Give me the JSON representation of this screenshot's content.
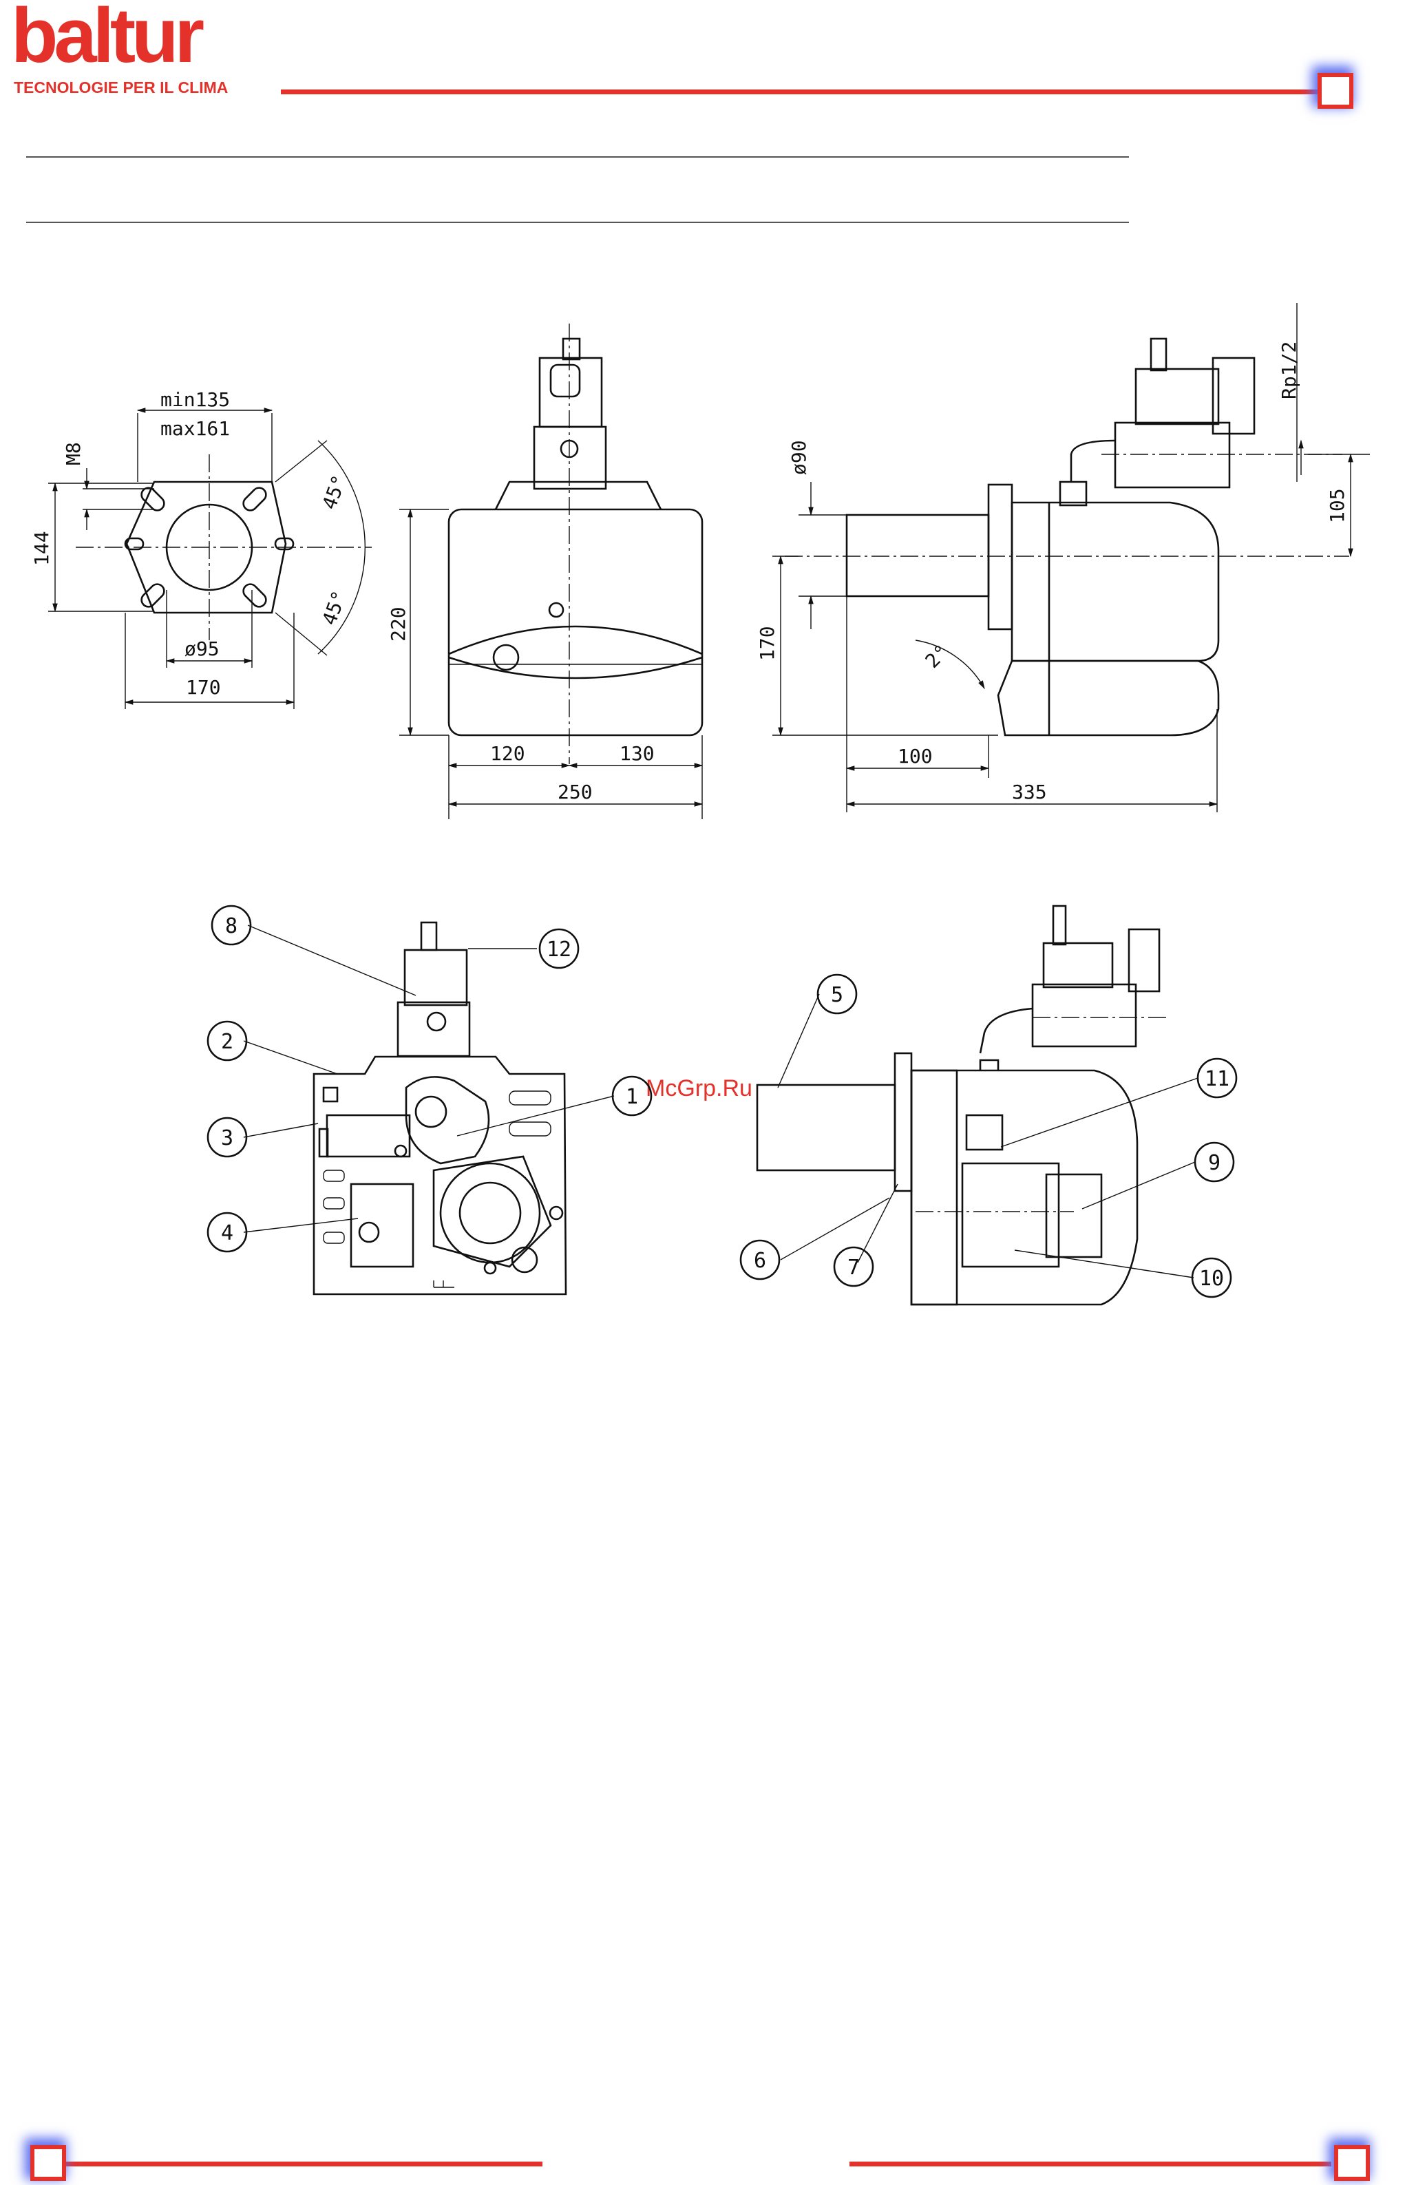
{
  "brand": {
    "logo_word": "baltur",
    "tagline": "TECNOLOGIE PER IL CLIMA",
    "color": "#e4322b"
  },
  "watermark": "McGrp.Ru",
  "flange_view": {
    "min_label": "min135",
    "max_label": "max161",
    "bolt_label": "M8",
    "height_label": "144",
    "bore_label": "ø95",
    "width_label": "170",
    "angle_top": "45°",
    "angle_bottom": "45°"
  },
  "front_view": {
    "height_label": "220",
    "left_label": "120",
    "right_label": "130",
    "width_label": "250"
  },
  "side_view": {
    "tube_diameter_label": "ø90",
    "thread_label": "Rp1/2",
    "gas_height_label": "105",
    "axis_height_label": "170",
    "tilt_label": "2°",
    "tube_length_label": "100",
    "total_length_label": "335"
  },
  "callouts": [
    "1",
    "2",
    "3",
    "4",
    "5",
    "6",
    "7",
    "8",
    "9",
    "10",
    "11",
    "12"
  ]
}
